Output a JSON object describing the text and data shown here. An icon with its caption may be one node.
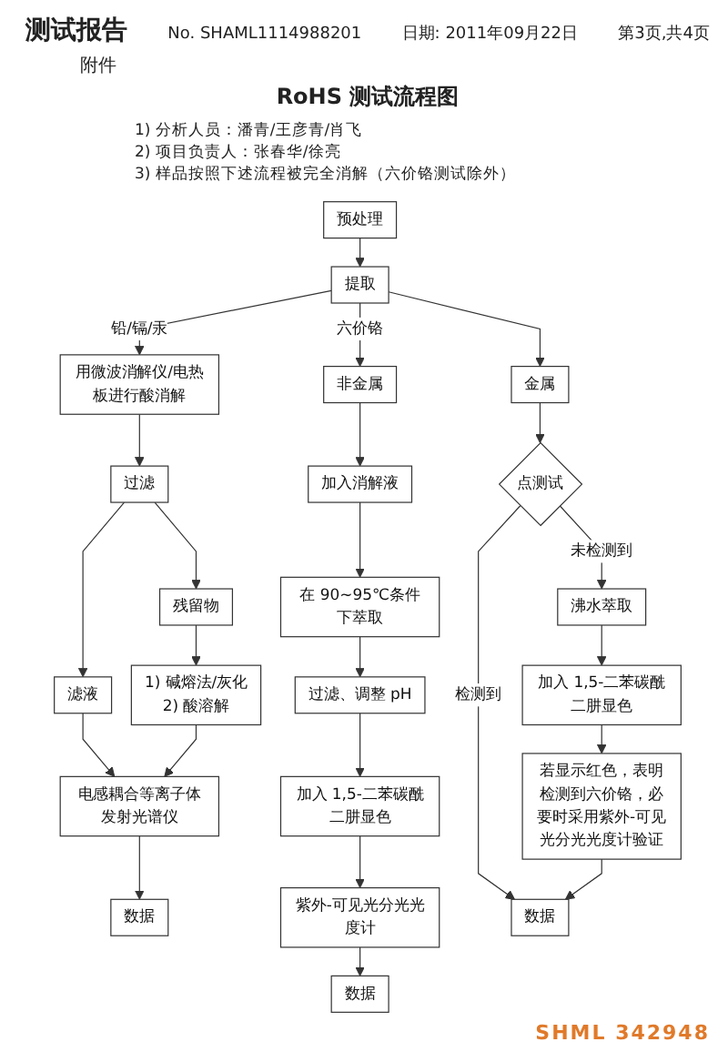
{
  "diagram": {
    "title": "RoHS 测试流程图",
    "nodes": [
      {
        "text": [
          "预处理"
        ]
      },
      {
        "text": [
          "提取"
        ]
      },
      {
        "text": [
          "用微波消解仪/电热板进行酸消解"
        ]
      },
      {
        "text": [
          "过滤"
        ]
      },
      {
        "text": [
          "滤液"
        ]
      },
      {
        "text": [
          "残留物"
        ]
      },
      {
        "text": [
          "1) 碱熔法/灰化",
          "2) 酸溶解"
        ]
      },
      {
        "text": [
          "电感耦合等离子体发射光谱仪"
        ]
      },
      {
        "text": [
          "数据"
        ]
      },
      {
        "text": [
          "非金属"
        ]
      },
      {
        "text": [
          "金属"
        ]
      },
      {
        "text": [
          "加入消解液"
        ]
      },
      {
        "text": [
          "在 90~95℃条件下萃取"
        ]
      },
      {
        "text": [
          "过滤、调整 pH"
        ]
      },
      {
        "text": [
          "加入 1,5-二苯碳酰二肼显色"
        ]
      },
      {
        "text": [
          "紫外-可见光分光光度计"
        ]
      },
      {
        "text": [
          "数据"
        ]
      },
      {
        "text": [
          "点测试"
        ]
      },
      {
        "text": [
          "沸水萃取"
        ]
      },
      {
        "text": [
          "加入 1,5-二苯碳酰二肼显色"
        ]
      },
      {
        "text": [
          "若显示红色，表明检测到六价铬，必要时采用紫外-可见光分光光度计验证"
        ]
      },
      {
        "text": [
          "数据"
        ]
      }
    ],
    "edges": [
      {
        "from": 0,
        "to": 1,
        "arrow": "to"
      },
      {
        "from": 1,
        "to": 2,
        "arrow": "to",
        "label": "铅/镉/汞"
      },
      {
        "from": 1,
        "to": 9,
        "arrow": "to",
        "label": "六价铬"
      },
      {
        "from": 1,
        "to": 10,
        "arrow": "to"
      },
      {
        "from": 2,
        "to": 3,
        "arrow": "to"
      },
      {
        "from": 3,
        "to": 4,
        "arrow": "to"
      },
      {
        "from": 3,
        "to": 5,
        "arrow": "to"
      },
      {
        "from": 5,
        "to": 6,
        "arrow": "to"
      },
      {
        "from": 4,
        "to": 7,
        "arrow": "to"
      },
      {
        "from": 6,
        "to": 7,
        "arrow": "to"
      },
      {
        "from": 7,
        "to": 8,
        "arrow": "to"
      },
      {
        "from": 9,
        "to": 11,
        "arrow": "to"
      },
      {
        "from": 11,
        "to": 12,
        "arrow": "to"
      },
      {
        "from": 12,
        "to": 13,
        "arrow": "to"
      },
      {
        "from": 13,
        "to": 14,
        "arrow": "to"
      },
      {
        "from": 14,
        "to": 15,
        "arrow": "to"
      },
      {
        "from": 15,
        "to": 16,
        "arrow": "to"
      },
      {
        "from": 10,
        "to": 17,
        "arrow": "to"
      },
      {
        "from": 17,
        "to": 18,
        "arrow": "to",
        "label": "未检测到"
      },
      {
        "from": 17,
        "to": 21,
        "arrow": "to",
        "label": "检测到"
      },
      {
        "from": 18,
        "to": 19,
        "arrow": "to"
      },
      {
        "from": 19,
        "to": 20,
        "arrow": "to"
      },
      {
        "from": 20,
        "to": 21,
        "arrow": "to"
      }
    ],
    "labels": [
      "测试报告",
      "No. SHAML1114988201",
      "日期: 2011年09月22日",
      "第3页,共4页",
      "附件",
      "1) 分析人员：潘青/王彦青/肖飞",
      "2) 项目负责人：张春华/徐亮",
      "3) 样品按照下述流程被完全消解（六价铬测试除外）",
      "SHML 342948"
    ]
  }
}
